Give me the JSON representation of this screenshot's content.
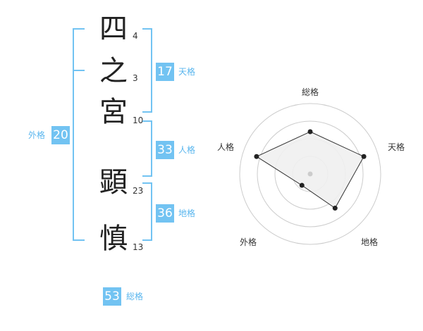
{
  "name_chars": [
    {
      "char": "四",
      "strokes": "4"
    },
    {
      "char": "之",
      "strokes": "3"
    },
    {
      "char": "宮",
      "strokes": "10"
    },
    {
      "char": "顕",
      "strokes": "23"
    },
    {
      "char": "慎",
      "strokes": "13"
    }
  ],
  "fortunes": {
    "tenkaku": {
      "value": "17",
      "label": "天格"
    },
    "jinkaku": {
      "value": "33",
      "label": "人格"
    },
    "chikaku": {
      "value": "36",
      "label": "地格"
    },
    "gaikaku": {
      "value": "20",
      "label": "外格"
    },
    "soukaku": {
      "value": "53",
      "label": "総格"
    }
  },
  "accent_color": "#72c3f2",
  "chart_data": {
    "type": "radar",
    "axes": [
      "総格",
      "天格",
      "地格",
      "外格",
      "人格"
    ],
    "values": [
      3,
      4,
      3,
      1,
      4
    ],
    "max": 5,
    "rings": 4,
    "fill": "#f0f0f0",
    "line_color": "#333333",
    "grid_color": "#cccccc"
  }
}
